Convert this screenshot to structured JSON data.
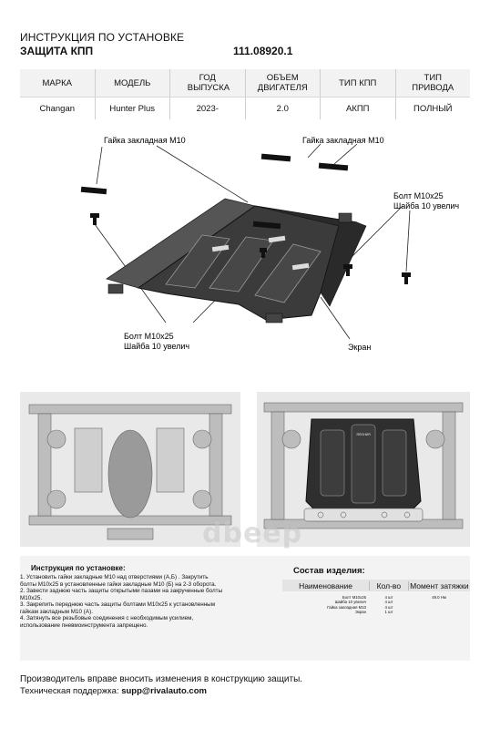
{
  "header": {
    "title": "ИНСТРУКЦИЯ ПО УСТАНОВКЕ",
    "product": "ЗАЩИТА КПП",
    "part_number": "111.08920.1"
  },
  "spec_table": {
    "columns": [
      "МАРКА",
      "МОДЕЛЬ",
      "ГОД ВЫПУСКА",
      "ОБЪЕМ ДВИГАТЕЛЯ",
      "ТИП КПП",
      "ТИП ПРИВОДА"
    ],
    "row": [
      "Changan",
      "Hunter Plus",
      "2023-",
      "2.0",
      "АКПП",
      "ПОЛНЫЙ"
    ]
  },
  "diagram": {
    "label_nut_left": "Гайка закладная М10",
    "label_nut_right": "Гайка закладная М10",
    "label_bolt_right_1": "Болт М10х25",
    "label_bolt_right_2": "Шайба 10 увелич",
    "label_bolt_left_1": "Болт М10х25",
    "label_bolt_left_2": "Шайба 10 увелич",
    "label_screen": "Экран",
    "plate_logo": "ЯПОНИЯ"
  },
  "watermark": "dbeep",
  "instructions": {
    "title": "Инструкция по установке:",
    "steps": [
      "1. Установить гайки закладные М10 над отверстиями (А,Б) . Закрутить",
      "болты М10х25 в установленные гайки закладные М10 (Б) на 2-3 оборота.",
      "2. Завести заднюю часть защиты открытыми пазами на закрученные болты",
      "М10х25.",
      "3. Закрепить переднюю часть защиты болтами М10х25 к установленным",
      "гайкам закладным М10 (А).",
      "4. Затянуть все резьбовые соединения с необходимым усилием,",
      "использование пневмоинструмента запрещено."
    ]
  },
  "composition": {
    "title": "Состав изделия:",
    "headers": [
      "Наименование",
      "Кол-во",
      "Момент затяжки"
    ],
    "rows": [
      {
        "name": "Болт М10х25",
        "qty": "4 шт",
        "torque": "49.0 Нм"
      },
      {
        "name": "Шайба 10 увелич",
        "qty": "4 шт",
        "torque": ""
      },
      {
        "name": "Гайка закладная М10",
        "qty": "4 шт",
        "torque": ""
      },
      {
        "name": "Экран",
        "qty": "1 шт",
        "torque": ""
      }
    ]
  },
  "footer": {
    "notice": "Производитель вправе вносить изменения в конструкцию защиты.",
    "support_label": "Техническая поддержка:",
    "support_email": "supp@rivalauto.com"
  }
}
